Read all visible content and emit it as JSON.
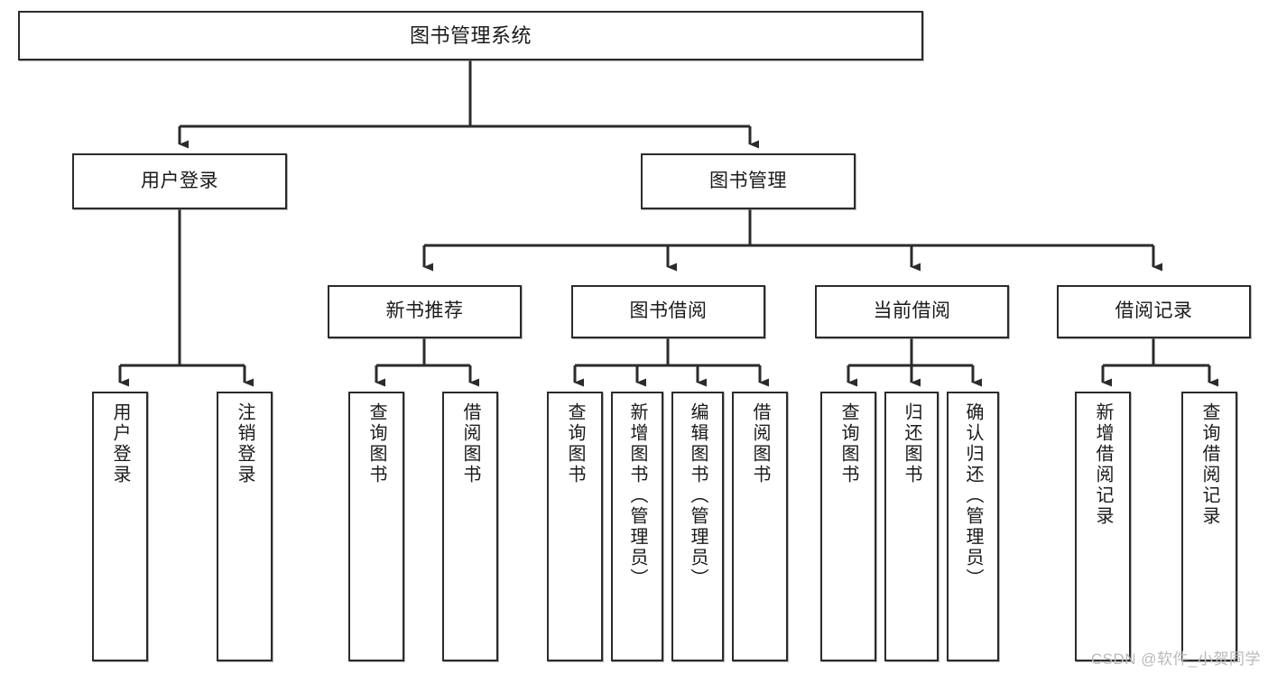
{
  "diagram": {
    "title": "图书管理系统",
    "watermark": "CSDN @软件_小贺同学",
    "line_color": "#2b2b2b",
    "box_fill": "#ffffff",
    "text_color": "#1a1a1a",
    "watermark_color": "#b9b9b9",
    "levels": {
      "root": "图书管理系统",
      "level2": [
        "用户登录",
        "图书管理"
      ],
      "level3": [
        "新书推荐",
        "图书借阅",
        "当前借阅",
        "借阅记录"
      ]
    },
    "nodes": {
      "root": {
        "label": "图书管理系统"
      },
      "user_login": {
        "label": "用户登录"
      },
      "book_manage": {
        "label": "图书管理"
      },
      "new_book_rec": {
        "label": "新书推荐"
      },
      "book_borrow": {
        "label": "图书借阅"
      },
      "current_borrow": {
        "label": "当前借阅"
      },
      "borrow_record": {
        "label": "借阅记录"
      },
      "leaf_user_login": {
        "label": "用户登录"
      },
      "leaf_logout_login": {
        "label": "注销登录"
      },
      "leaf_query_book_1": {
        "label": "查询图书"
      },
      "leaf_borrow_book_1": {
        "label": "借阅图书"
      },
      "leaf_query_book_2": {
        "label": "查询图书"
      },
      "leaf_add_book_admin": {
        "label": "新增图书（管理员）"
      },
      "leaf_edit_book_admin": {
        "label": "编辑图书（管理员）"
      },
      "leaf_borrow_book_2": {
        "label": "借阅图书"
      },
      "leaf_query_book_3": {
        "label": "查询图书"
      },
      "leaf_return_book": {
        "label": "归还图书"
      },
      "leaf_confirm_return_admin": {
        "label": "确认归还（管理员）"
      },
      "leaf_add_borrow_record": {
        "label": "新增借阅记录"
      },
      "leaf_query_borrow_record": {
        "label": "查询借阅记录"
      }
    },
    "tree": [
      {
        "label": "图书管理系统",
        "children": [
          {
            "label": "用户登录",
            "children": [
              {
                "label": "用户登录"
              },
              {
                "label": "注销登录"
              }
            ]
          },
          {
            "label": "图书管理",
            "children": [
              {
                "label": "新书推荐",
                "children": [
                  {
                    "label": "查询图书"
                  },
                  {
                    "label": "借阅图书"
                  }
                ]
              },
              {
                "label": "图书借阅",
                "children": [
                  {
                    "label": "查询图书"
                  },
                  {
                    "label": "新增图书（管理员）"
                  },
                  {
                    "label": "编辑图书（管理员）"
                  },
                  {
                    "label": "借阅图书"
                  }
                ]
              },
              {
                "label": "当前借阅",
                "children": [
                  {
                    "label": "查询图书"
                  },
                  {
                    "label": "归还图书"
                  },
                  {
                    "label": "确认归还（管理员）"
                  }
                ]
              },
              {
                "label": "借阅记录",
                "children": [
                  {
                    "label": "新增借阅记录"
                  },
                  {
                    "label": "查询借阅记录"
                  }
                ]
              }
            ]
          }
        ]
      }
    ]
  }
}
